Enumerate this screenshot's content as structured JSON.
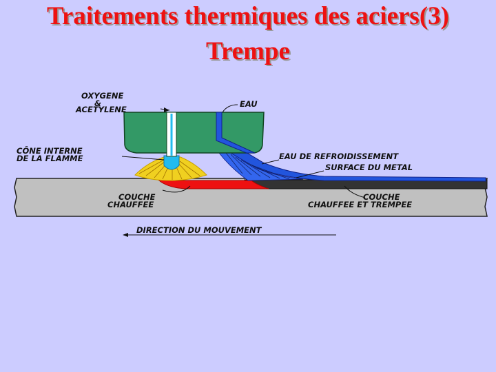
{
  "title": {
    "line1": "Traitements thermiques des aciers(3)",
    "line2": "Trempe"
  },
  "labels": {
    "oxygene": "OXYGENE",
    "and": "&",
    "acetylene": "ACETYLENE",
    "eau": "EAU",
    "cone_interne_1": "CÔNE INTERNE",
    "cone_interne_2": "DE LA FLAMME",
    "eau_refroidissement": "EAU DE REFROIDISSEMENT",
    "surface_metal": "SURFACE DU METAL",
    "couche_chauffee_1": "COUCHE",
    "couche_chauffee_2": "CHAUFFEE",
    "couche_trempee_1": "COUCHE",
    "couche_trempee_2": "CHAUFFEE ET TREMPEE",
    "direction": "DIRECTION DU MOUVEMENT"
  },
  "colors": {
    "background": "#ccccff",
    "title": "#ee1111",
    "torch": "#339966",
    "water": "#2255dd",
    "flame": "#f0d020",
    "flame_cone": "#22bbee",
    "metal": "#c0c0c0",
    "heated_layer": "#ee1111",
    "quenched_layer": "#333333"
  }
}
